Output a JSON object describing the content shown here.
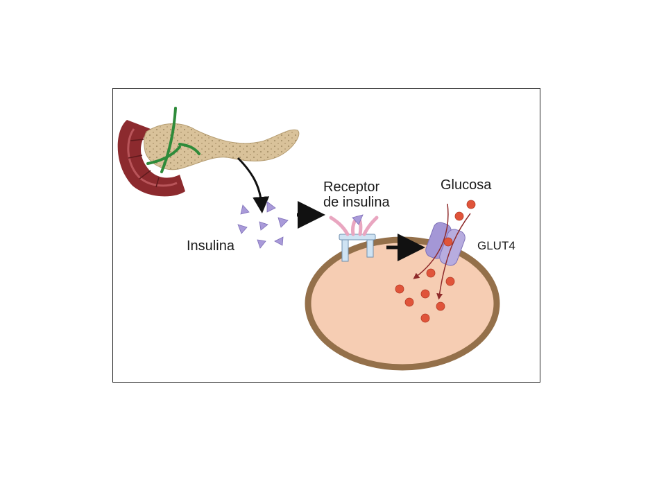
{
  "labels": {
    "insulin": "Insulina",
    "receptor_line1": "Receptor",
    "receptor_line2": "de insulina",
    "glucose": "Glucosa",
    "glut4": "GLUT4"
  },
  "colors": {
    "pancreas": "#d9c29a",
    "pancreas_dots": "#a8926a",
    "duodenum": "#8c2a2e",
    "duodenum_inner": "#b9555a",
    "duct": "#2e8b3a",
    "insulin": "#a99ad9",
    "receptor_pink": "#e9a6c0",
    "receptor_blue": "#cfe3f3",
    "cell_fill": "#f6cdb3",
    "cell_border": "#94704a",
    "glut4": "#a497d6",
    "glucose": "#e0543a",
    "glucose_path": "#8e2a2a",
    "arrow": "#111111"
  }
}
